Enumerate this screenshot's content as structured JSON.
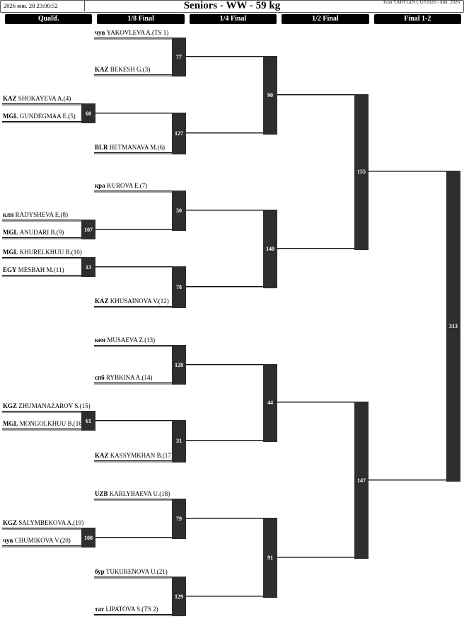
{
  "header": {
    "timestamp": "2026 янв. 28 23:00:52",
    "title": "Seniors - WW - 59 kg",
    "event": "Ivan YARYGIN CUP2026 - янв. 2026"
  },
  "rounds": [
    "Qualif.",
    "1/8 Final",
    "1/4 Final",
    "1/2 Final",
    "Final 1-2"
  ],
  "entries": [
    {
      "code": "чув",
      "name": "YAKOVLEVA A.(TS 1)"
    },
    {
      "code": "KAZ",
      "name": "BEKESH G.(3)"
    },
    {
      "code": "KAZ",
      "name": "SHOKAYEVA A.(4)"
    },
    {
      "code": "MGL",
      "name": "GUNDEGMAA E.(5)"
    },
    {
      "code": "BLR",
      "name": "HETMANAVA M.(6)"
    },
    {
      "code": "кра",
      "name": "KUROVA E.(7)"
    },
    {
      "code": "клн",
      "name": "RADYSHEVA E.(8)"
    },
    {
      "code": "MGL",
      "name": "ANUDARI B.(9)"
    },
    {
      "code": "MGL",
      "name": "KHURELKHUU B.(10)"
    },
    {
      "code": "EGY",
      "name": "MESBAH M.(11)"
    },
    {
      "code": "KAZ",
      "name": "KHUSAINOVA V.(12)"
    },
    {
      "code": "кем",
      "name": "MUSAEVA Z.(13)"
    },
    {
      "code": "спб",
      "name": "RYBKINA A.(14)"
    },
    {
      "code": "KGZ",
      "name": "ZHUMANAZAROV S.(15)"
    },
    {
      "code": "MGL",
      "name": "MONGOLKHUU B.(16)"
    },
    {
      "code": "KAZ",
      "name": "KASSYMKHAN B.(17)"
    },
    {
      "code": "UZB",
      "name": "KARLYBAEVA U.(18)"
    },
    {
      "code": "KGZ",
      "name": "SALYMBEKOVA A.(19)"
    },
    {
      "code": "чув",
      "name": "CHUMIKOVA V.(20)"
    },
    {
      "code": "бур",
      "name": "TUKURENOVA U.(21)"
    },
    {
      "code": "тат",
      "name": "LIPATOVA S.(TS 2)"
    }
  ],
  "match_numbers": [
    60,
    107,
    13,
    61,
    108,
    77,
    127,
    30,
    78,
    128,
    31,
    79,
    129,
    90,
    140,
    44,
    91,
    155,
    147,
    313
  ],
  "colors": {
    "block_fill": "#2e2e2e",
    "round_bar_fill": "#000000",
    "line_gray": "#999999",
    "line_black": "#111111"
  }
}
